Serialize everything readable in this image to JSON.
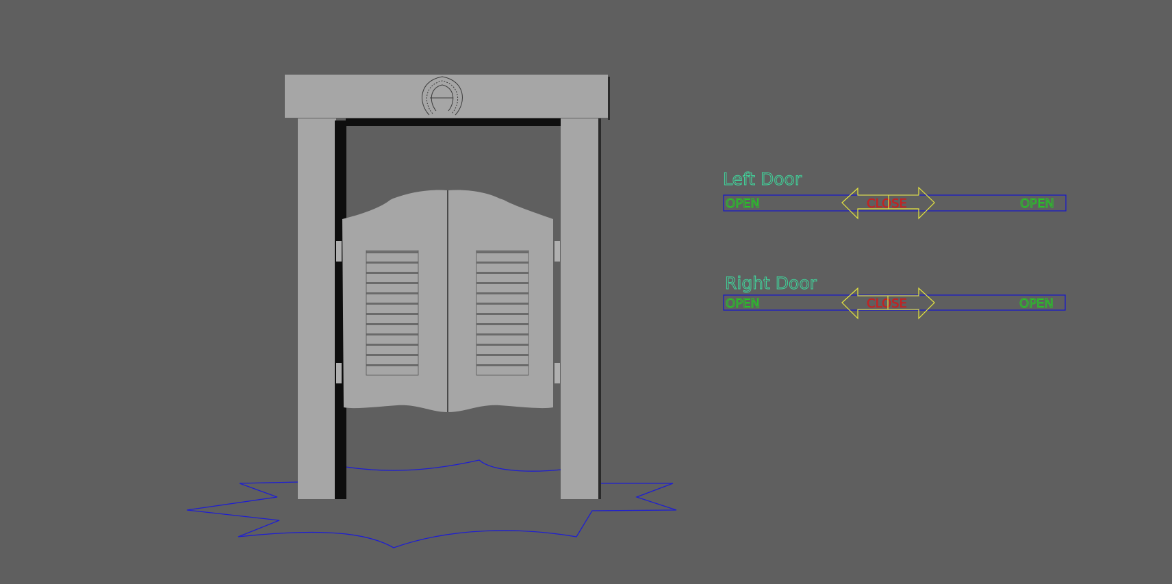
{
  "viewport": {
    "background": "#5f5f5f",
    "model": "saloon-doors",
    "model_color": "#a6a6a6",
    "floor_curve_color": "#1e1ed2"
  },
  "controls": [
    {
      "title": "Left Door",
      "left_label": "OPEN",
      "center_label": "CLOSE",
      "right_label": "OPEN"
    },
    {
      "title": "Right Door",
      "left_label": "OPEN",
      "center_label": "CLOSE",
      "right_label": "OPEN"
    }
  ],
  "colors": {
    "title": "#3fd69c",
    "open": "#22cc22",
    "close": "#c42222",
    "arrow": "#e6e640",
    "slider_frame": "#1a1ac8"
  }
}
